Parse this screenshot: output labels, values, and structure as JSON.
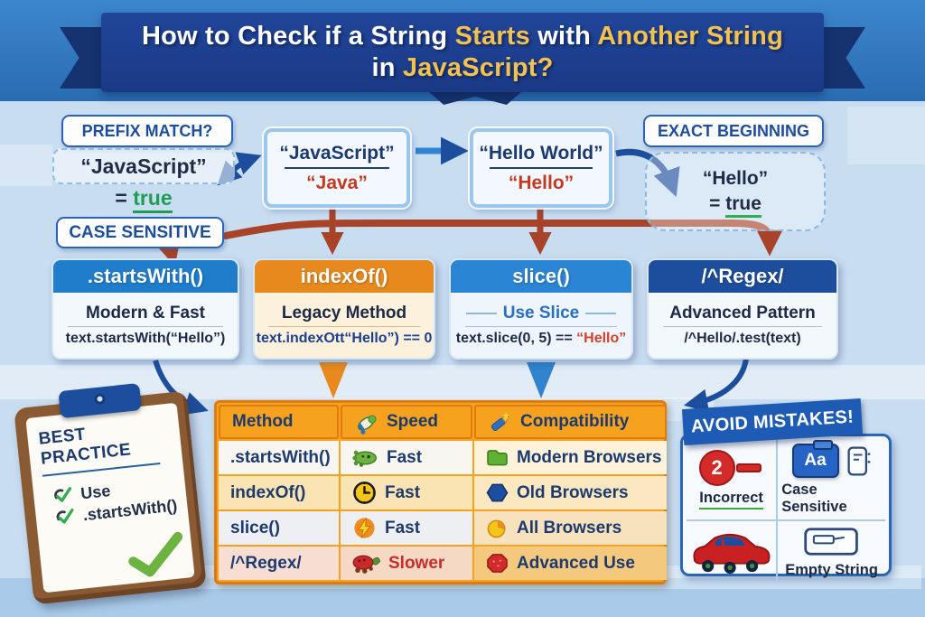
{
  "banner": {
    "line1_part1": "How to Check if a String ",
    "line1_part2": "Starts",
    "line1_part3": " with ",
    "line1_part4": "Another String",
    "line2_part1": "in ",
    "line2_part2": "JavaScript?"
  },
  "flow": {
    "prefix_box_label": "PREFIX MATCH?",
    "prefix_value": "“JavaScript”",
    "prefix_eq": "=",
    "prefix_result": "true",
    "case_box_label": "CASE SENSITIVE",
    "compare1": {
      "top": "“JavaScript”",
      "bottom": "“Java”"
    },
    "compare2": {
      "top": "“Hello World”",
      "bottom": "“Hello”"
    },
    "exact_box_label": "EXACT BEGINNING",
    "exact_value": "“Hello”",
    "exact_eq": "=",
    "exact_result": "true"
  },
  "cards": [
    {
      "title": ".startsWith()",
      "subtitle": "Modern & Fast",
      "code": "text.startsWith(“Hello”)"
    },
    {
      "title": "indexOf()",
      "subtitle": "Legacy Method",
      "code": "text.indexOtt“Hello”) == 0"
    },
    {
      "title": "slice()",
      "subtitle": "Use Slice",
      "code_pre": "text.slice(0, 5) == ",
      "code_highlight": "“Hello”"
    },
    {
      "title": "/^Regex/",
      "subtitle": "Advanced Pattern",
      "code": "/^Hello/.test(text)"
    }
  ],
  "table": {
    "headers": [
      {
        "label": "Method",
        "icon": ""
      },
      {
        "label": "Speed",
        "icon": "rocket-icon"
      },
      {
        "label": "Compatibility",
        "icon": "pencil-icon"
      }
    ],
    "rows": [
      {
        "method": ".startsWith()",
        "speed_icon": "blimp-icon",
        "speed": "Fast",
        "compat_icon": "green-folder-icon",
        "compat": "Modern Browsers"
      },
      {
        "method": "indexOf()",
        "speed_icon": "clock-icon",
        "speed": "Fast",
        "compat_icon": "blue-hexagon-icon",
        "compat": "Old Browsers"
      },
      {
        "method": "slice()",
        "speed_icon": "lightning-icon",
        "speed": "Fast",
        "compat_icon": "yellow-badge-icon",
        "compat": "All Browsers"
      },
      {
        "method": "/^Regex/",
        "speed_icon": "turtle-car-icon",
        "speed": "Slower",
        "compat_icon": "red-badge-icon",
        "compat": "Advanced Use"
      }
    ]
  },
  "best_practice": {
    "title": "BEST PRACTICE",
    "items": [
      {
        "icon": "check-icon",
        "label": "Use"
      },
      {
        "icon": "check-icon",
        "label": ".startsWith()"
      }
    ],
    "big_icon": "big-check-icon"
  },
  "avoid": {
    "title": "AVOID MISTAKES!",
    "mistake1": {
      "icon_text": "2",
      "label": "Incorrect"
    },
    "mistake2": {
      "icon_text": "Aa",
      "doc_icon": "doc-icon",
      "label": "Case Sensitive"
    },
    "mistake3": {
      "icon": "car-icon"
    },
    "mistake4": {
      "icon": "field-icon",
      "label": "Empty String"
    }
  },
  "colors": {
    "banner_navy": "#1d3f8e",
    "blue_header": "#1f7dcb",
    "orange_header": "#e8891d",
    "navy_header": "#1d4e9e",
    "rust_arrow": "#a8432a",
    "blue_arrow": "#1d4e9e",
    "green_true": "#1f9d55",
    "red_code": "#d4402a",
    "table_orange": "#f6a21e"
  }
}
